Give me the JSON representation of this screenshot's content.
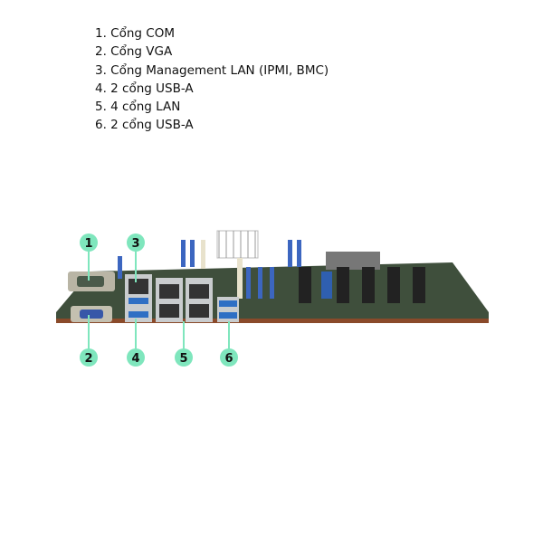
{
  "legend": [
    "1. Cổng COM",
    "2. Cổng VGA",
    "3. Cổng Management LAN (IPMI, BMC)",
    "4. 2 cổng USB-A",
    "5. 4 cổng LAN",
    "6. 2 cổng USB-A"
  ],
  "markers": [
    "1",
    "2",
    "3",
    "4",
    "5",
    "6"
  ],
  "colors": {
    "marker": "#7fe6bd",
    "board": "#3c4a3a",
    "edge": "#8a4a2a",
    "port": "#c9ccce",
    "usb": "#2f6fc4"
  }
}
